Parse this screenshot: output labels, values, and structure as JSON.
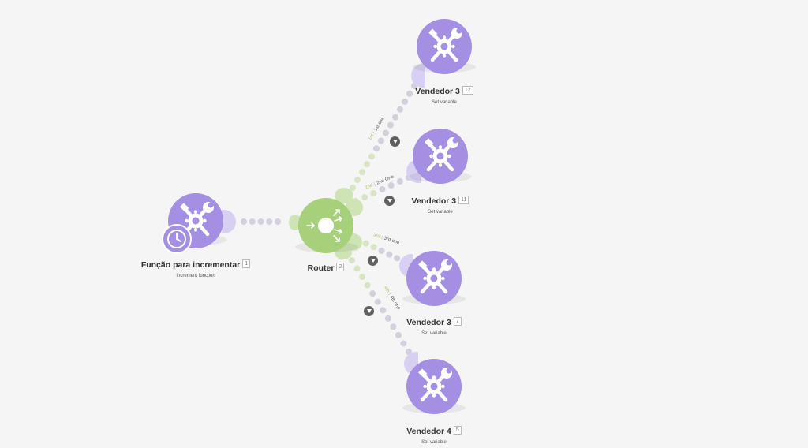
{
  "colors": {
    "tool_module": "#a48fe3",
    "router_module": "#a6d07a",
    "canvas": "#f5f5f5"
  },
  "modules": [
    {
      "id": "func",
      "title": "Função para incrementar",
      "number": "1",
      "subtitle": "Increment function",
      "icon": "tools-icon",
      "badge_icon": "clock-icon"
    },
    {
      "id": "router",
      "title": "Router",
      "number": "2",
      "subtitle": "",
      "icon": "router-icon"
    },
    {
      "id": "v12",
      "title": "Vendedor 3",
      "number": "12",
      "subtitle": "Set variable",
      "icon": "tools-icon"
    },
    {
      "id": "v11",
      "title": "Vendedor 3",
      "number": "11",
      "subtitle": "Set variable",
      "icon": "tools-icon"
    },
    {
      "id": "v7",
      "title": "Vendedor 3",
      "number": "7",
      "subtitle": "Set variable",
      "icon": "tools-icon"
    },
    {
      "id": "v5",
      "title": "Vendedor 4",
      "number": "5",
      "subtitle": "Set variable",
      "icon": "tools-icon"
    }
  ],
  "routes": [
    {
      "order": "1st",
      "name": "1st one"
    },
    {
      "order": "2nd",
      "name": "2nd One"
    },
    {
      "order": "3rd",
      "name": "3rd one"
    },
    {
      "order": "4th",
      "name": "4th one"
    }
  ]
}
